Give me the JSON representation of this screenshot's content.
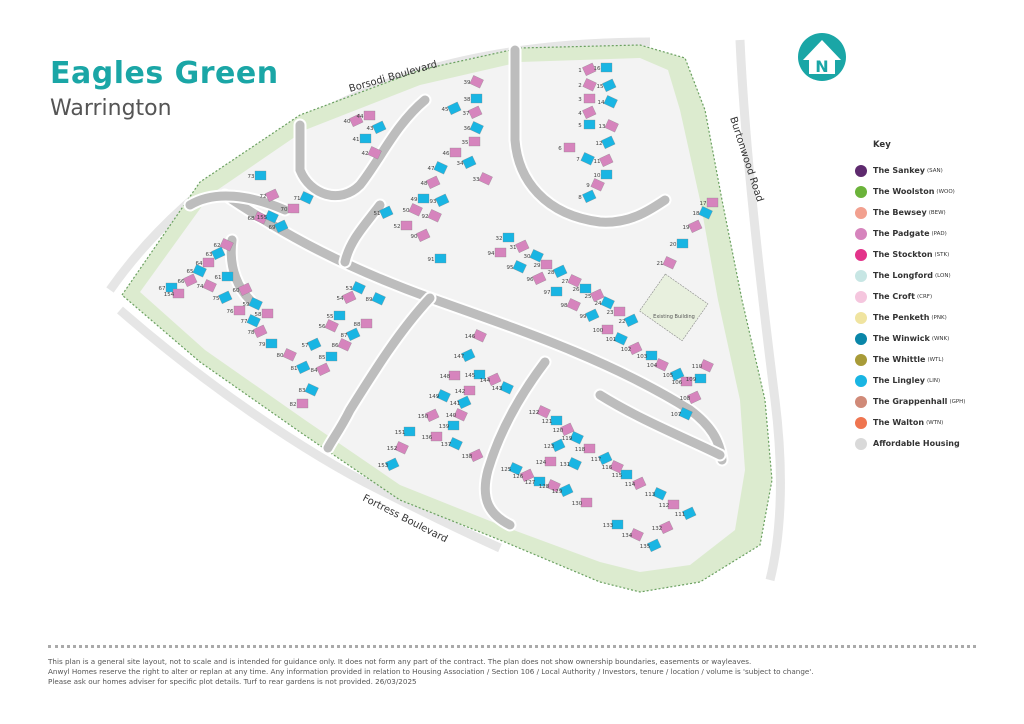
{
  "header": {
    "title": "Eagles Green",
    "subtitle": "Warrington"
  },
  "north_logo": {
    "icon": "north-arrow-house-icon",
    "letter": "N",
    "color": "#1aa6a6"
  },
  "roads": {
    "top": "Borsodi Boulevard",
    "right": "Burtonwood Road",
    "bottom": "Fortress Boulevard"
  },
  "existing_building": "Existing Building",
  "key": {
    "heading": "Key",
    "items": [
      {
        "name": "The Sankey",
        "code": "(SAN)",
        "color": "#5e2a6e"
      },
      {
        "name": "The Woolston",
        "code": "(WOO)",
        "color": "#6bb33a"
      },
      {
        "name": "The Bewsey",
        "code": "(BEW)",
        "color": "#f2a08f"
      },
      {
        "name": "The Padgate",
        "code": "(PAD)",
        "color": "#d684bd"
      },
      {
        "name": "The Stockton",
        "code": "(STK)",
        "color": "#e3338a"
      },
      {
        "name": "The Longford",
        "code": "(LON)",
        "color": "#c7e6e4"
      },
      {
        "name": "The Croft",
        "code": "(CRF)",
        "color": "#f5c6de"
      },
      {
        "name": "The Penketh",
        "code": "(PNK)",
        "color": "#f0e4a0"
      },
      {
        "name": "The Winwick",
        "code": "(WNK)",
        "color": "#0a86a8"
      },
      {
        "name": "The Whittle",
        "code": "(WTL)",
        "color": "#a89b38"
      },
      {
        "name": "The Lingley",
        "code": "(LIN)",
        "color": "#19b5e3"
      },
      {
        "name": "The Grappenhall",
        "code": "(GPH)",
        "color": "#d08a78"
      },
      {
        "name": "The Walton",
        "code": "(WTN)",
        "color": "#ef7550"
      },
      {
        "name": "Affordable Housing",
        "code": "",
        "color": "#d9d9d9"
      }
    ]
  },
  "plots": [
    "1",
    "16",
    "2",
    "15",
    "3",
    "14",
    "4",
    "5",
    "13",
    "12",
    "6",
    "7",
    "11",
    "10",
    "9",
    "8",
    "17",
    "18",
    "19",
    "20",
    "21",
    "22",
    "23",
    "24",
    "25",
    "26",
    "27",
    "28",
    "29",
    "30",
    "31",
    "32",
    "33",
    "34",
    "35",
    "36",
    "37",
    "38",
    "39",
    "45",
    "46",
    "47",
    "48",
    "49",
    "50",
    "51",
    "52",
    "53",
    "54",
    "55",
    "56",
    "57",
    "58",
    "59",
    "60",
    "61",
    "62",
    "63",
    "64",
    "65",
    "66",
    "67",
    "68",
    "69",
    "70",
    "71",
    "72",
    "73",
    "74",
    "75",
    "76",
    "77",
    "78",
    "79",
    "80",
    "81",
    "82",
    "83",
    "84",
    "85",
    "86",
    "87",
    "88",
    "89",
    "90",
    "91",
    "92",
    "93",
    "94",
    "95",
    "96",
    "97",
    "98",
    "99",
    "100",
    "101",
    "102",
    "103",
    "104",
    "105",
    "106",
    "107",
    "108",
    "109",
    "110",
    "111",
    "112",
    "113",
    "114",
    "115",
    "116",
    "117",
    "118",
    "119",
    "120",
    "121",
    "122",
    "123",
    "124",
    "125",
    "126",
    "127",
    "128",
    "129",
    "130",
    "131",
    "132",
    "133",
    "134",
    "135",
    "136",
    "137",
    "138",
    "139",
    "140",
    "141",
    "142",
    "143",
    "144",
    "145",
    "146",
    "147",
    "148",
    "149",
    "150",
    "151",
    "152",
    "153",
    "154",
    "155",
    "40",
    "41",
    "42",
    "43",
    "44"
  ],
  "footer": [
    "This plan is a general site layout, not to scale and is intended for guidance only. It does not form any part of the contract. The plan does not show ownership boundaries, easements or wayleaves.",
    "Anwyl Homes reserve the right to alter or replan at any time. Any information provided in relation to Housing Association / Section 106 / Local Authority / Investors, tenure / location / volume is 'subject to change'.",
    "Please ask our homes adviser for specific plot details. Turf to rear gardens is not provided. 26/03/2025"
  ]
}
